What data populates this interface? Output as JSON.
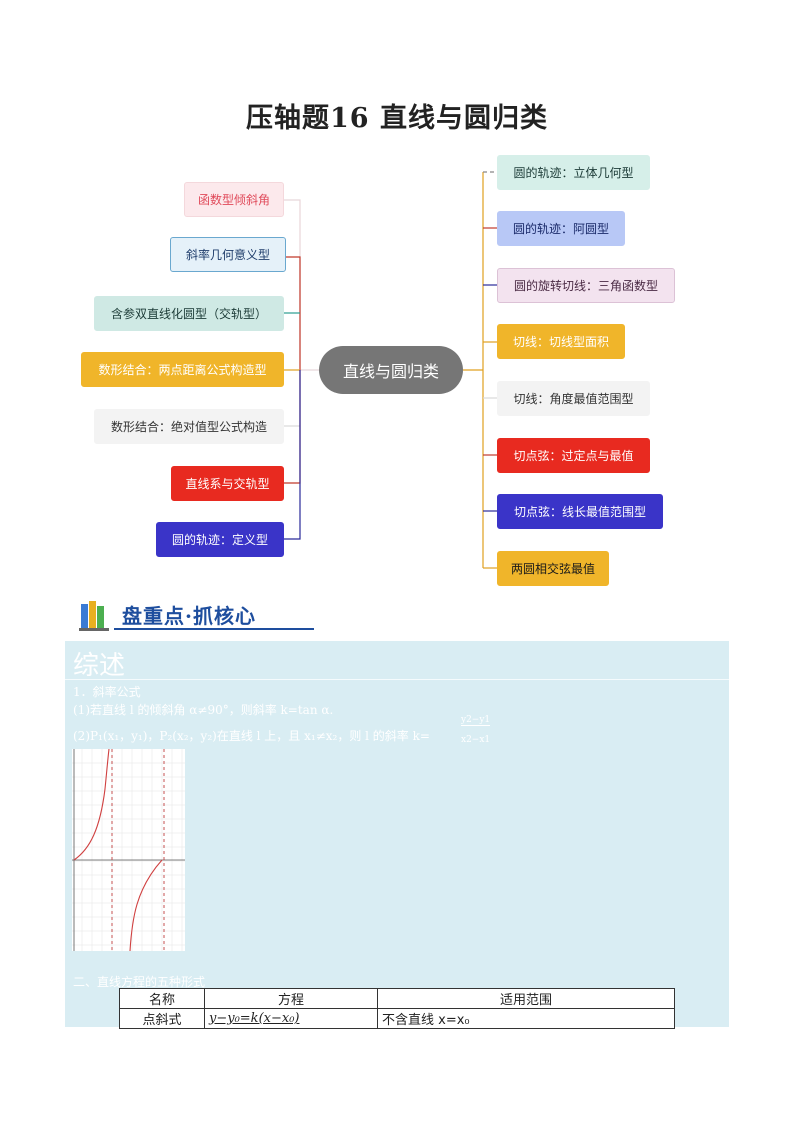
{
  "title": "压轴题16  直线与圆归类",
  "mindmap": {
    "center": "直线与圆归类",
    "left_nodes": [
      {
        "label": "函数型倾斜角",
        "bg": "#fce9ec",
        "color": "#e04a5a",
        "border": "#f4d8dc"
      },
      {
        "label": "斜率几何意义型",
        "bg": "#e5f1f9",
        "color": "#1f3d6b",
        "border": "#6aa8cf"
      },
      {
        "label": "含参双直线化圆型（交轨型）",
        "bg": "#cfe9e4",
        "color": "#1b3a36",
        "border": "#cfe9e4"
      },
      {
        "label": "数形结合：两点距离公式构造型",
        "bg": "#f0b52a",
        "color": "#ffffff",
        "border": "#f0b52a"
      },
      {
        "label": "数形结合：绝对值型公式构造",
        "bg": "#f3f3f3",
        "color": "#333333",
        "border": "#f3f3f3"
      },
      {
        "label": "直线系与交轨型",
        "bg": "#e82a20",
        "color": "#ffffff",
        "border": "#e82a20"
      },
      {
        "label": "圆的轨迹：定义型",
        "bg": "#3a34c8",
        "color": "#ffffff",
        "border": "#3a34c8"
      }
    ],
    "right_nodes": [
      {
        "label": "圆的轨迹：立体几何型",
        "bg": "#d6efe9",
        "color": "#1b3a36",
        "border": "#d6efe9"
      },
      {
        "label": "圆的轨迹：阿圆型",
        "bg": "#b8c8f6",
        "color": "#1a2a6a",
        "border": "#b8c8f6"
      },
      {
        "label": "圆的旋转切线：三角函数型",
        "bg": "#f3e3ef",
        "color": "#4a2a44",
        "border": "#dcc2d6"
      },
      {
        "label": "切线：切线型面积",
        "bg": "#f0b52a",
        "color": "#ffffff",
        "border": "#f0b52a"
      },
      {
        "label": "切线：角度最值范围型",
        "bg": "#f3f3f3",
        "color": "#333333",
        "border": "#f3f3f3"
      },
      {
        "label": "切点弦：过定点与最值",
        "bg": "#e82a20",
        "color": "#ffffff",
        "border": "#e82a20"
      },
      {
        "label": "切点弦：线长最值范围型",
        "bg": "#3a34c8",
        "color": "#ffffff",
        "border": "#3a34c8"
      },
      {
        "label": "两圆相交弦最值",
        "bg": "#f0b52a",
        "color": "#1a1a1a",
        "border": "#f0b52a"
      }
    ]
  },
  "banner": {
    "text": "盘重点·抓核心"
  },
  "summary": {
    "heading": "综述",
    "line1": "1．斜率公式",
    "line2": "(1)若直线 l 的倾斜角 α≠90°，则斜率 k=tan α.",
    "line3": "(2)P₁(x₁，y₁)，P₂(x₂，y₂)在直线 l 上，且 x₁≠x₂，则 l 的斜率 k=",
    "fraction_num": "y2−y1",
    "fraction_den": "x2−x1",
    "section2": "二、直线方程的五种形式"
  },
  "table": {
    "headers": [
      "名称",
      "方程",
      "适用范围"
    ],
    "rows": [
      [
        "点斜式",
        "y−y₀=k(x−x₀)",
        "不含直线 x=x₀"
      ]
    ]
  }
}
